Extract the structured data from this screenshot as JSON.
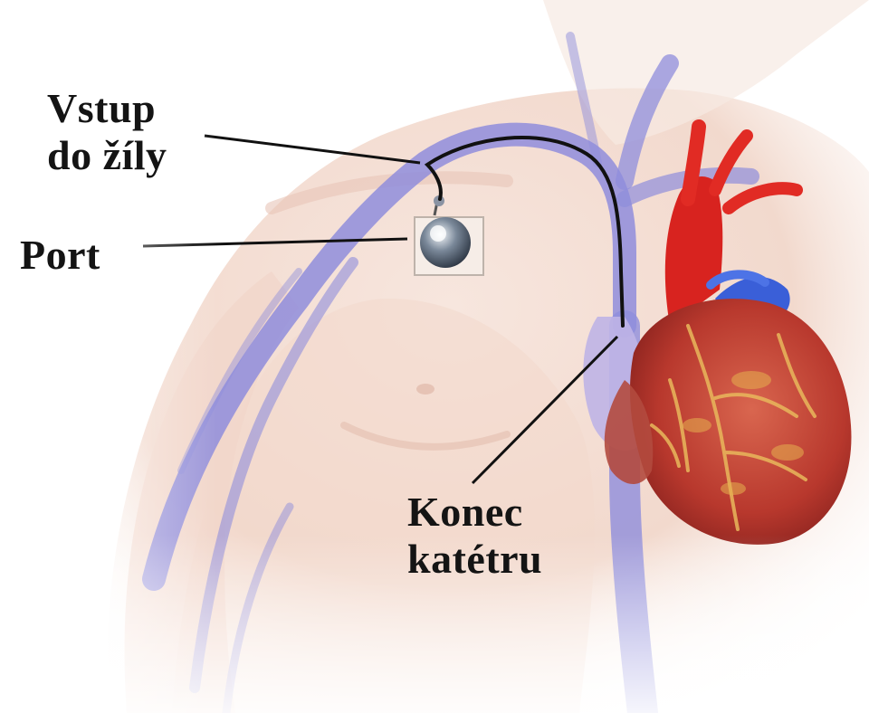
{
  "labels": {
    "vein_entry": {
      "line1": "Vstup",
      "line2": "do žíly"
    },
    "port": "Port",
    "catheter_tip": {
      "line1": "Konec",
      "line2": "katétru"
    }
  },
  "colors": {
    "skin": "#f4ddd2",
    "vein": "#8a87d8",
    "artery": "#d8231f",
    "heart": "#c9463a",
    "catheter": "#111111",
    "label_text": "#141414"
  }
}
